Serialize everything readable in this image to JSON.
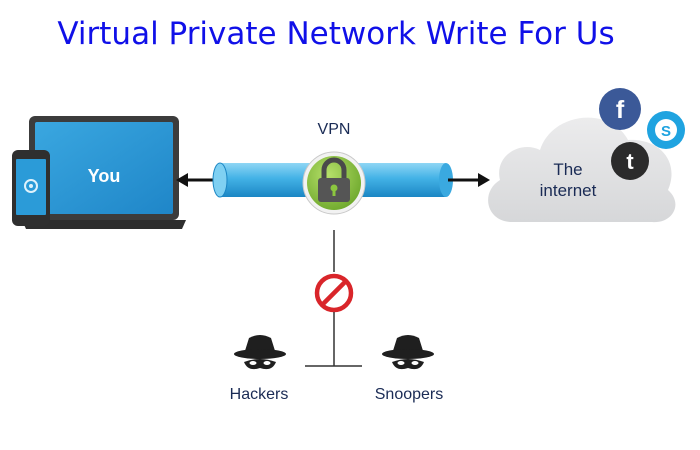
{
  "title": "Virtual Private Network Write For Us",
  "diagram": {
    "you_label": "You",
    "vpn_label": "VPN",
    "internet_label_line1": "The",
    "internet_label_line2": "internet",
    "hackers_label": "Hackers",
    "snoopers_label": "Snoopers",
    "social_icons": [
      "facebook-icon",
      "skype-icon",
      "twitter-icon"
    ]
  },
  "colors": {
    "title": "#1010e8",
    "screen": "#2b9bd8",
    "tunnel": "#4fb8e8",
    "lock_badge": "#8cc63f",
    "block": "#d9252a",
    "cloud": "#e3e4e6",
    "facebook": "#3b5998",
    "skype": "#1fa3e0",
    "twitter": "#2b2b2b"
  }
}
